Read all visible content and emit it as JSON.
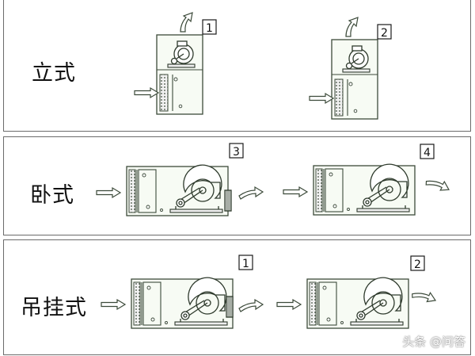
{
  "rows": [
    {
      "label": "立式",
      "units": [
        {
          "number": "1"
        },
        {
          "number": "2"
        }
      ]
    },
    {
      "label": "卧式",
      "units": [
        {
          "number": "3"
        },
        {
          "number": "4"
        }
      ]
    },
    {
      "label": "吊挂式",
      "units": [
        {
          "number": "1"
        },
        {
          "number": "2"
        }
      ]
    }
  ],
  "watermark": "头条 @问答",
  "colors": {
    "line": "#3c4a3a",
    "border": "#6b6b6b",
    "background": "#ffffff"
  }
}
